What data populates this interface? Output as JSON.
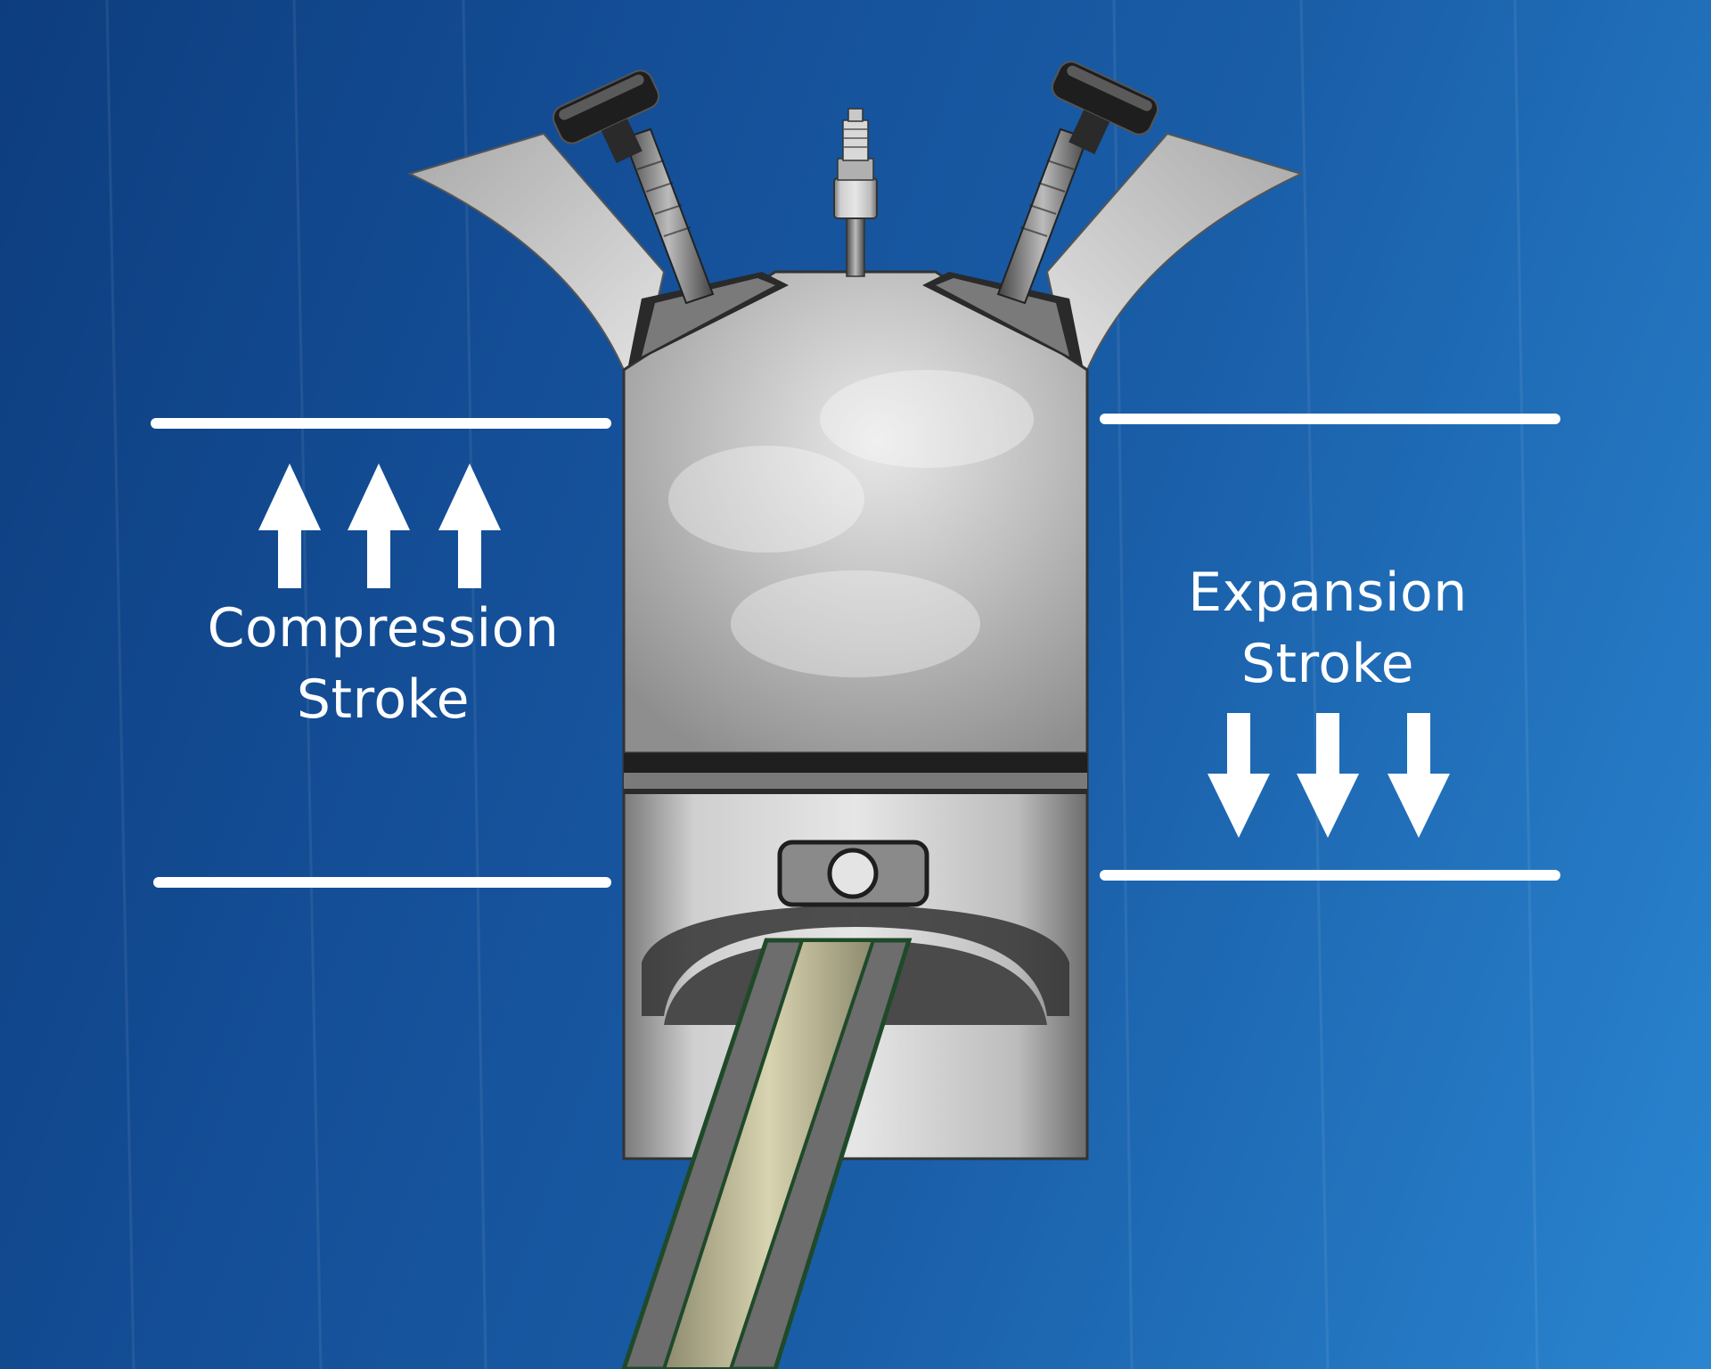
{
  "labels": {
    "compression_line1": "Compression",
    "compression_line2": "Stroke",
    "expansion_line1": "Expansion",
    "expansion_line2": "Stroke"
  },
  "arrows": {
    "compression_direction": "up",
    "compression_count": 3,
    "expansion_direction": "down",
    "expansion_count": 3
  },
  "colors": {
    "background_dark": "#0d3d7e",
    "background_light": "#2a85d0",
    "text_and_lines": "#ffffff",
    "metal_light": "#dcdcdc",
    "metal_dark": "#555555",
    "rod_fill": "#c8c3a0",
    "rod_outline": "#1f4a2a"
  }
}
